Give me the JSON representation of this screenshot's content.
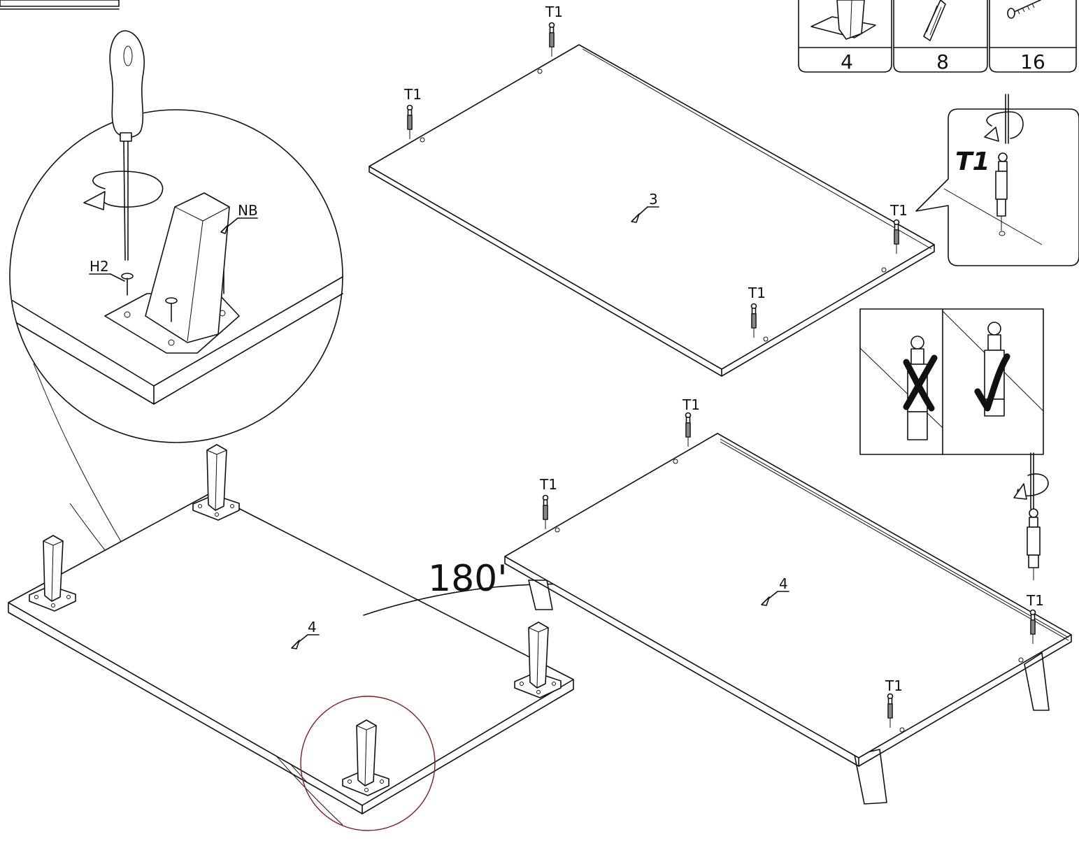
{
  "parts": [
    {
      "qty": "4",
      "icon": "leg-icon"
    },
    {
      "qty": "8",
      "icon": "cam-dowel-icon"
    },
    {
      "qty": "16",
      "icon": "screw-icon"
    }
  ],
  "labels": {
    "t1": "T1",
    "nb": "NB",
    "h2": "H2",
    "panel_top": "3",
    "panel_bottom_left": "4",
    "panel_bottom_right": "4",
    "rotation": "180'",
    "detail_t1": "T1"
  },
  "colors": {
    "line": "#111111",
    "detail_circle": "#8b1a1a"
  }
}
